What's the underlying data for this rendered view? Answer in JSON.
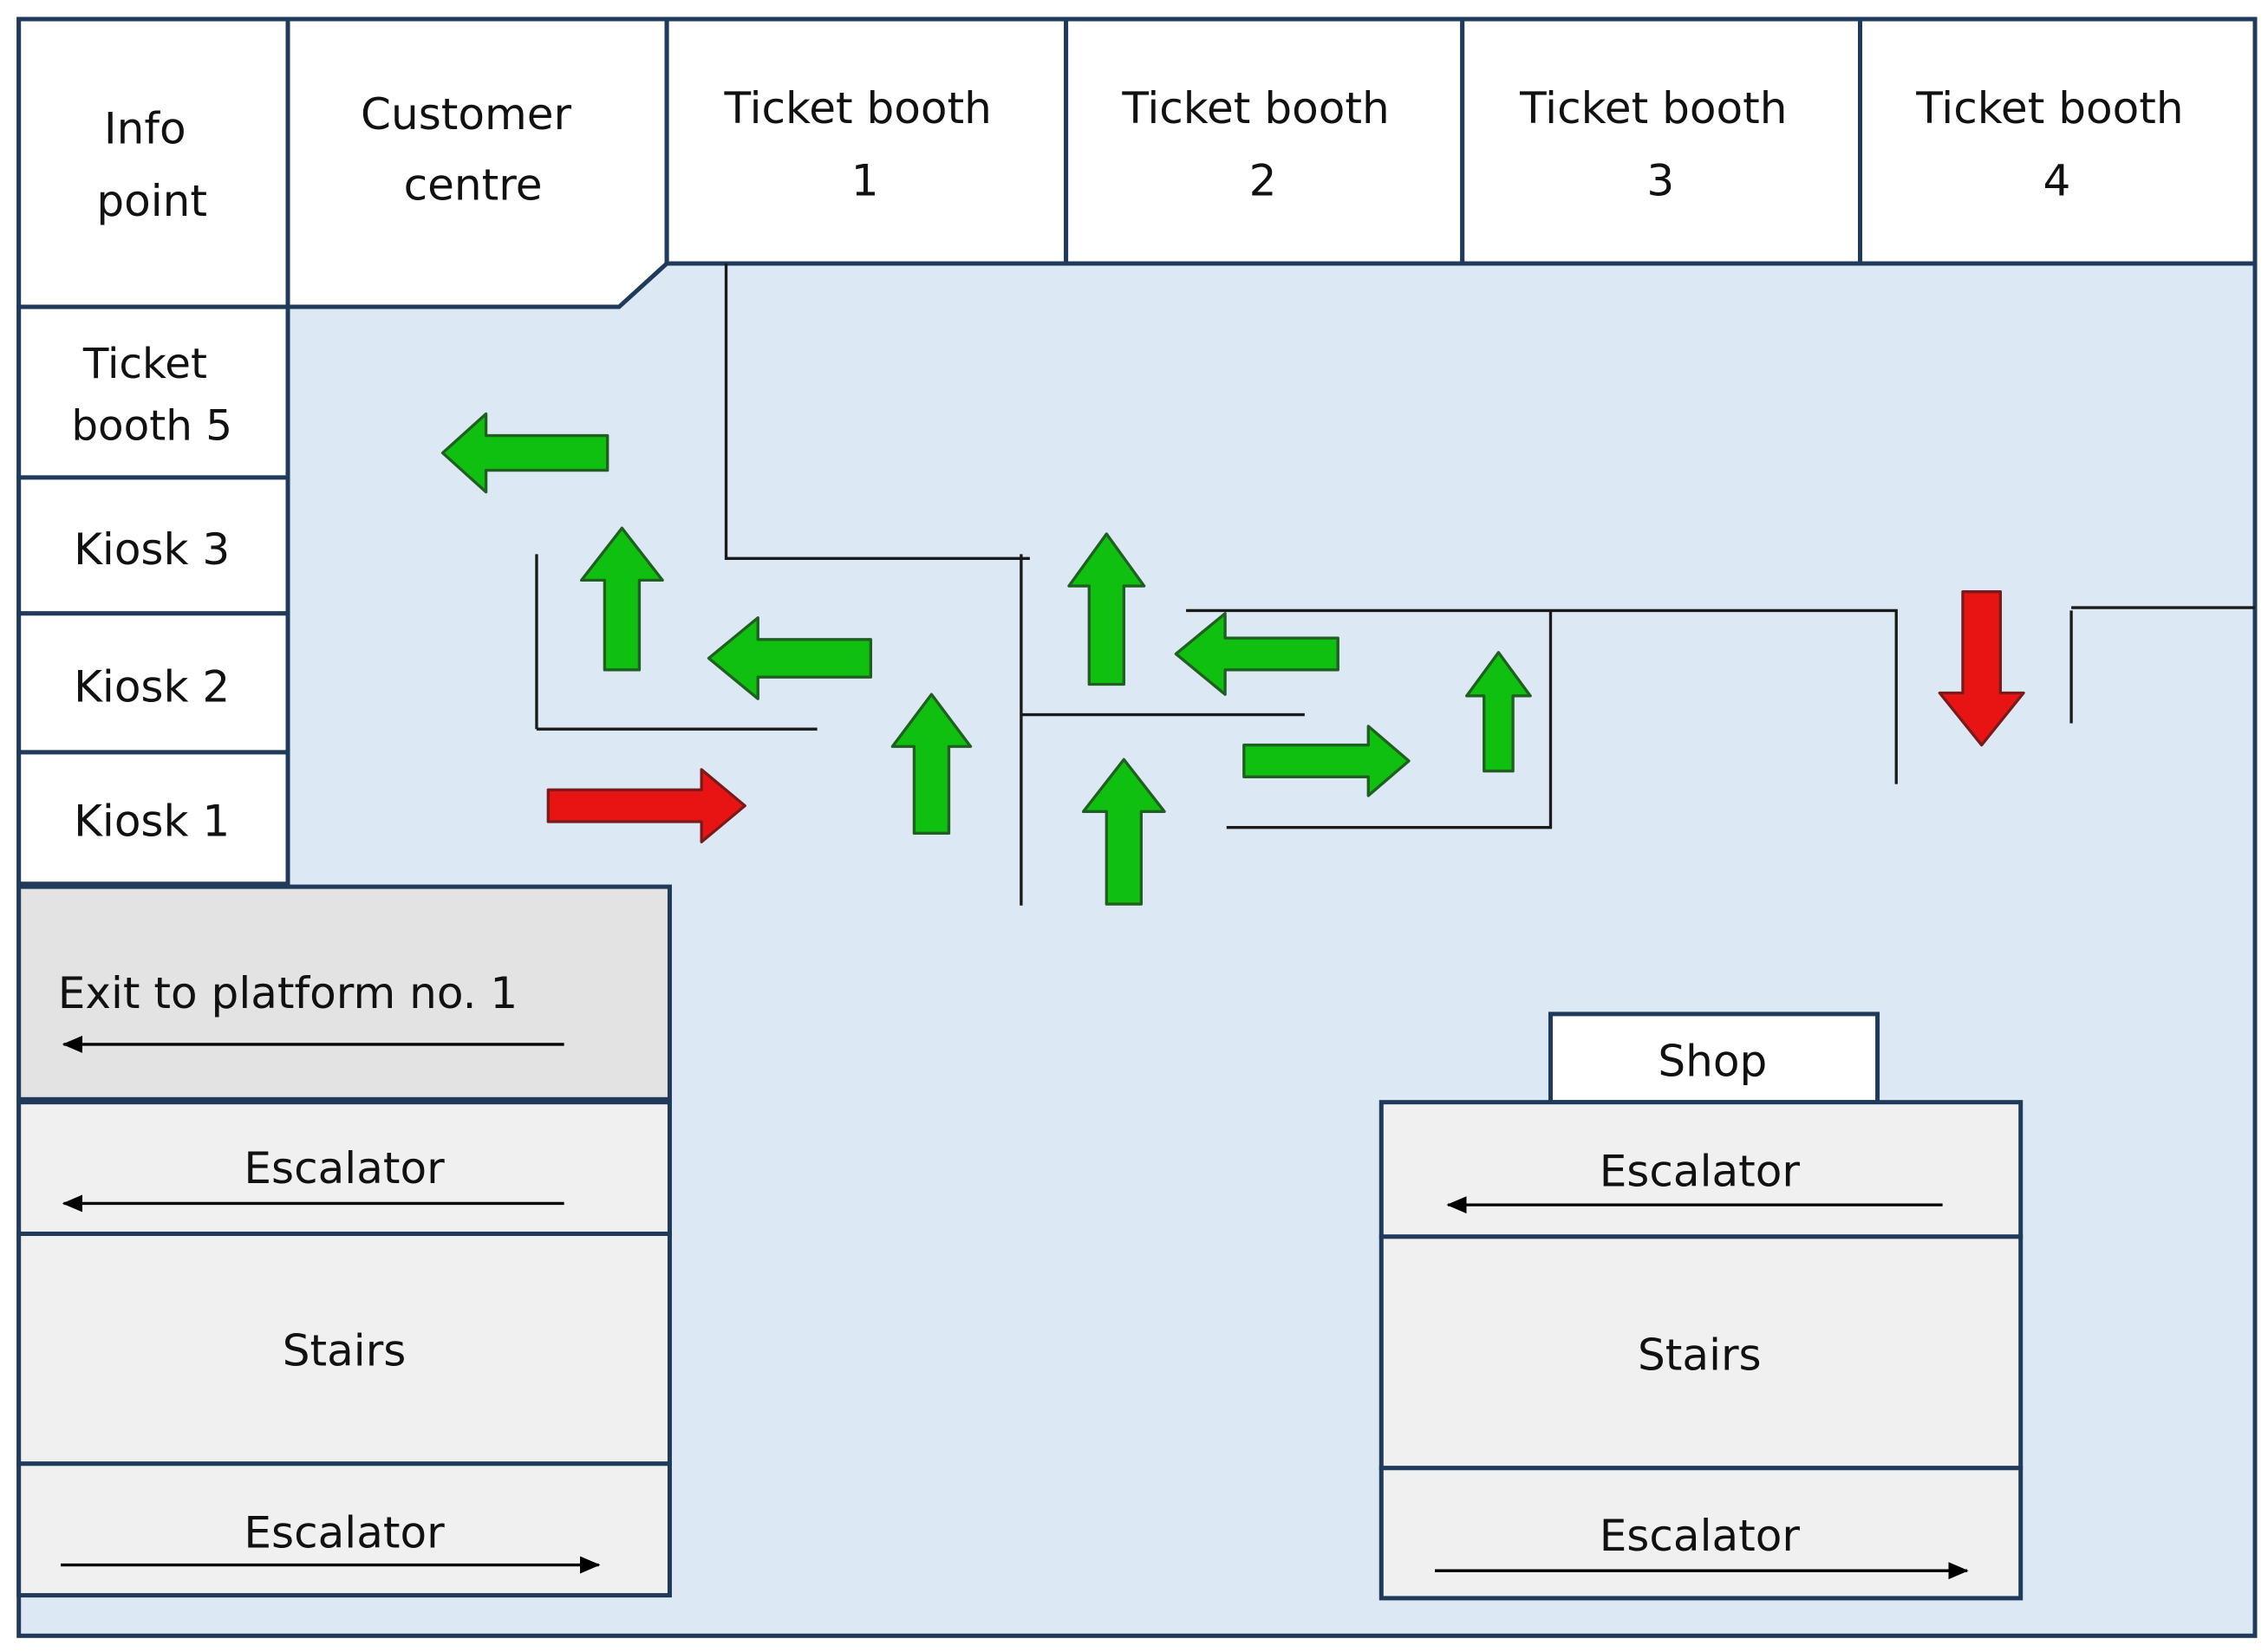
{
  "colors": {
    "floor": "#dde8f5",
    "box_white": "#ffffff",
    "box_grey": "#f0f0f0",
    "exit_grey": "#e3e3e3",
    "border": "#203a5c",
    "green_arrow": "#10c010",
    "red_arrow": "#e81414"
  },
  "labels": {
    "info_point": [
      "Info",
      "point"
    ],
    "customer_centre": [
      "Customer",
      "centre"
    ],
    "ticket_booth_1": [
      "Ticket booth",
      "1"
    ],
    "ticket_booth_2": [
      "Ticket booth",
      "2"
    ],
    "ticket_booth_3": [
      "Ticket booth",
      "3"
    ],
    "ticket_booth_4": [
      "Ticket booth",
      "4"
    ],
    "ticket_booth_5": [
      "Ticket",
      "booth 5"
    ],
    "kiosk_3": "Kiosk 3",
    "kiosk_2": "Kiosk 2",
    "kiosk_1": "Kiosk 1",
    "exit_platform": "Exit to platform no. 1",
    "left_escalator_top": "Escalator",
    "left_stairs": "Stairs",
    "left_escalator_bottom": "Escalator",
    "shop": "Shop",
    "right_escalator_top": "Escalator",
    "right_stairs": "Stairs",
    "right_escalator_bottom": "Escalator"
  },
  "arrows": [
    {
      "name": "green-arrow-left-1",
      "color": "green",
      "direction": "left"
    },
    {
      "name": "green-arrow-up-1",
      "color": "green",
      "direction": "up"
    },
    {
      "name": "green-arrow-left-2",
      "color": "green",
      "direction": "left"
    },
    {
      "name": "green-arrow-up-2",
      "color": "green",
      "direction": "up"
    },
    {
      "name": "green-arrow-up-3",
      "color": "green",
      "direction": "up"
    },
    {
      "name": "green-arrow-left-3",
      "color": "green",
      "direction": "left"
    },
    {
      "name": "green-arrow-up-4",
      "color": "green",
      "direction": "up"
    },
    {
      "name": "green-arrow-right-1",
      "color": "green",
      "direction": "right"
    },
    {
      "name": "green-arrow-up-5",
      "color": "green",
      "direction": "up"
    },
    {
      "name": "red-arrow-right",
      "color": "red",
      "direction": "right"
    },
    {
      "name": "red-arrow-down",
      "color": "red",
      "direction": "down"
    }
  ]
}
